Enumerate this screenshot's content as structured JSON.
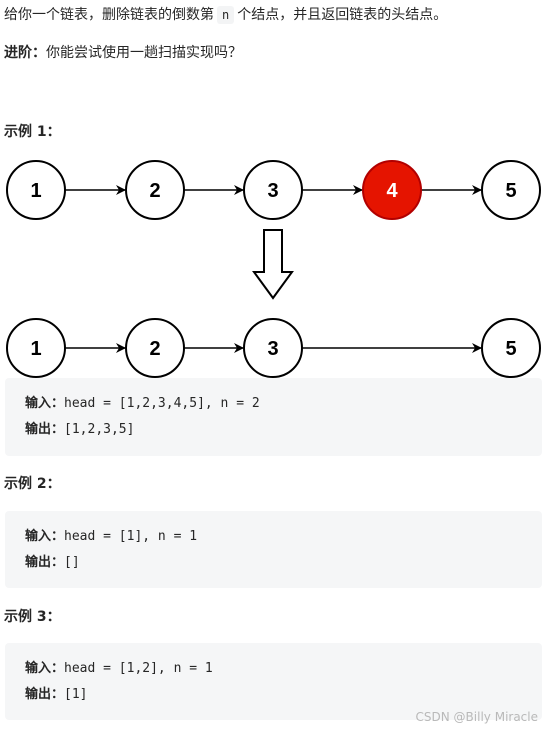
{
  "description": {
    "before": "给你一个链表，删除链表的倒数第",
    "code": "n",
    "after": "个结点，并且返回链表的头结点。"
  },
  "advance": {
    "label": "进阶：",
    "text": "你能尝试使用一趟扫描实现吗？"
  },
  "diagram": {
    "top_nodes": [
      {
        "label": "1",
        "highlight": false
      },
      {
        "label": "2",
        "highlight": false
      },
      {
        "label": "3",
        "highlight": false
      },
      {
        "label": "4",
        "highlight": true
      },
      {
        "label": "5",
        "highlight": false
      }
    ],
    "bottom_nodes": [
      {
        "label": "1"
      },
      {
        "label": "2"
      },
      {
        "label": "3"
      },
      {
        "label": "5"
      }
    ],
    "colors": {
      "node_fill": "#ffffff",
      "node_stroke": "#000000",
      "highlight_fill": "#e51400",
      "highlight_stroke": "#b20000",
      "highlight_text": "#ffffff"
    }
  },
  "examples": [
    {
      "title": "示例 1：",
      "input_label": "输入：",
      "input_value": "head = [1,2,3,4,5], n = 2",
      "output_label": "输出：",
      "output_value": "[1,2,3,5]"
    },
    {
      "title": "示例 2：",
      "input_label": "输入：",
      "input_value": "head = [1], n = 1",
      "output_label": "输出：",
      "output_value": "[]"
    },
    {
      "title": "示例 3：",
      "input_label": "输入：",
      "input_value": "head = [1,2], n = 1",
      "output_label": "输出：",
      "output_value": "[1]"
    }
  ],
  "watermark": "CSDN @Billy Miracle"
}
